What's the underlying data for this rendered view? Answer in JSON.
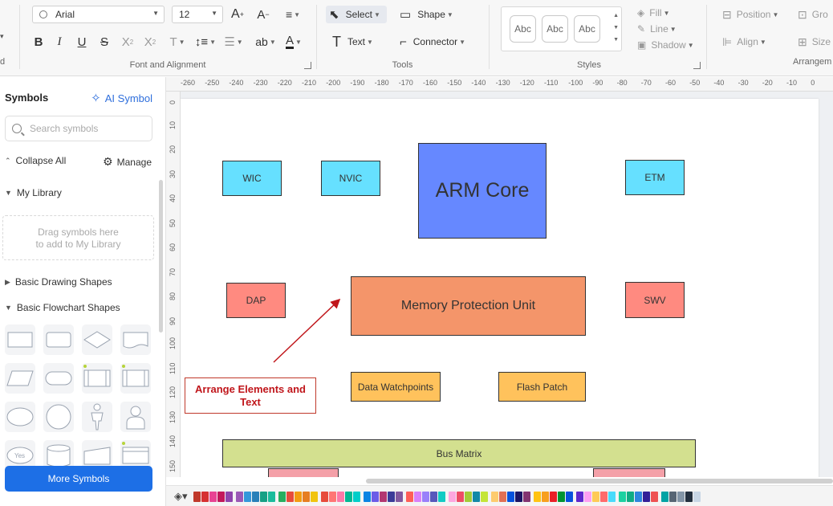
{
  "ribbon": {
    "font": {
      "family": "Arial",
      "size": "12",
      "group_label": "Font and Alignment"
    },
    "tools": {
      "select": "Select",
      "shape": "Shape",
      "text": "Text",
      "connector": "Connector",
      "group_label": "Tools"
    },
    "styles": {
      "swatches": [
        "Abc",
        "Abc",
        "Abc"
      ],
      "fill": "Fill",
      "line": "Line",
      "shadow": "Shadow",
      "group_label": "Styles"
    },
    "arrange": {
      "position": "Position",
      "align": "Align",
      "group": "Gro",
      "size": "Size",
      "group_label": "Arrangem"
    },
    "partial_label_left": "d"
  },
  "sidebar": {
    "title": "Symbols",
    "ai_symbol": "AI Symbol",
    "search_placeholder": "Search symbols",
    "collapse_all": "Collapse All",
    "manage": "Manage",
    "my_library": "My Library",
    "drop_hint_line1": "Drag symbols here",
    "drop_hint_line2": "to add to My Library",
    "basic_drawing": "Basic Drawing Shapes",
    "basic_flowchart": "Basic Flowchart Shapes",
    "more_symbols": "More Symbols"
  },
  "rulers": {
    "h_labels": [
      "-260",
      "-250",
      "-240",
      "-230",
      "-220",
      "-210",
      "-200",
      "-190",
      "-180",
      "-170",
      "-160",
      "-150",
      "-140",
      "-130",
      "-120",
      "-110",
      "-100",
      "-90",
      "-80",
      "-70",
      "-60",
      "-50",
      "-40",
      "-30",
      "-20",
      "-10",
      "0"
    ],
    "v_labels": [
      "0",
      "10",
      "20",
      "30",
      "40",
      "50",
      "60",
      "70",
      "80",
      "90",
      "100",
      "110",
      "120",
      "130",
      "140",
      "150"
    ]
  },
  "diagram": {
    "wic": "WIC",
    "nvic": "NVIC",
    "arm_core": "ARM Core",
    "etm": "ETM",
    "dap": "DAP",
    "mpu": "Memory Protection Unit",
    "swv": "SWV",
    "data_watchpoints": "Data Watchpoints",
    "flash_patch": "Flash Patch",
    "bus_matrix": "Bus Matrix",
    "callout_line1": "Arrange Elements and",
    "callout_line2": "Text",
    "colors": {
      "cyan": "#66e0ff",
      "blue": "#6688ff",
      "salmon": "#ff8a80",
      "orange": "#f4956a",
      "amber": "#ffc25c",
      "olive": "#d3e08f",
      "pink": "#f4a0a8",
      "callout_red": "#c0161b"
    }
  },
  "palette": [
    "#c0392b",
    "#d63031",
    "#e84393",
    "#c2185b",
    "#8e44ad",
    "#9b59b6",
    "#3498db",
    "#2980b9",
    "#16a085",
    "#1abc9c",
    "#27ae60",
    "#e74c3c",
    "#f39c12",
    "#e67e22",
    "#f1c40f",
    "#e74c3c",
    "#ff7675",
    "#fd79a8",
    "#00b894",
    "#00cec9",
    "#0984e3",
    "#6c5ce7",
    "#b33771",
    "#3b3b98",
    "#82589f",
    "#ff5e57",
    "#d980fa",
    "#9980fa",
    "#5758bb",
    "#12cbc4",
    "#fda7df",
    "#ed4c67",
    "#a3cb38",
    "#1289a7",
    "#c4e538",
    "#fdcb6e",
    "#e17055",
    "#0652dd",
    "#1b1464",
    "#833471",
    "#ffc312",
    "#f79f1f",
    "#ea2027",
    "#009432",
    "#0652dd",
    "#5f27cd",
    "#ff9ff3",
    "#feca57",
    "#ff6b6b",
    "#48dbfb",
    "#1dd1a1",
    "#10ac84",
    "#2e86de",
    "#341f97",
    "#ee5253",
    "#01a3a4",
    "#576574",
    "#8395a7",
    "#222f3e",
    "#c8d6e5"
  ]
}
